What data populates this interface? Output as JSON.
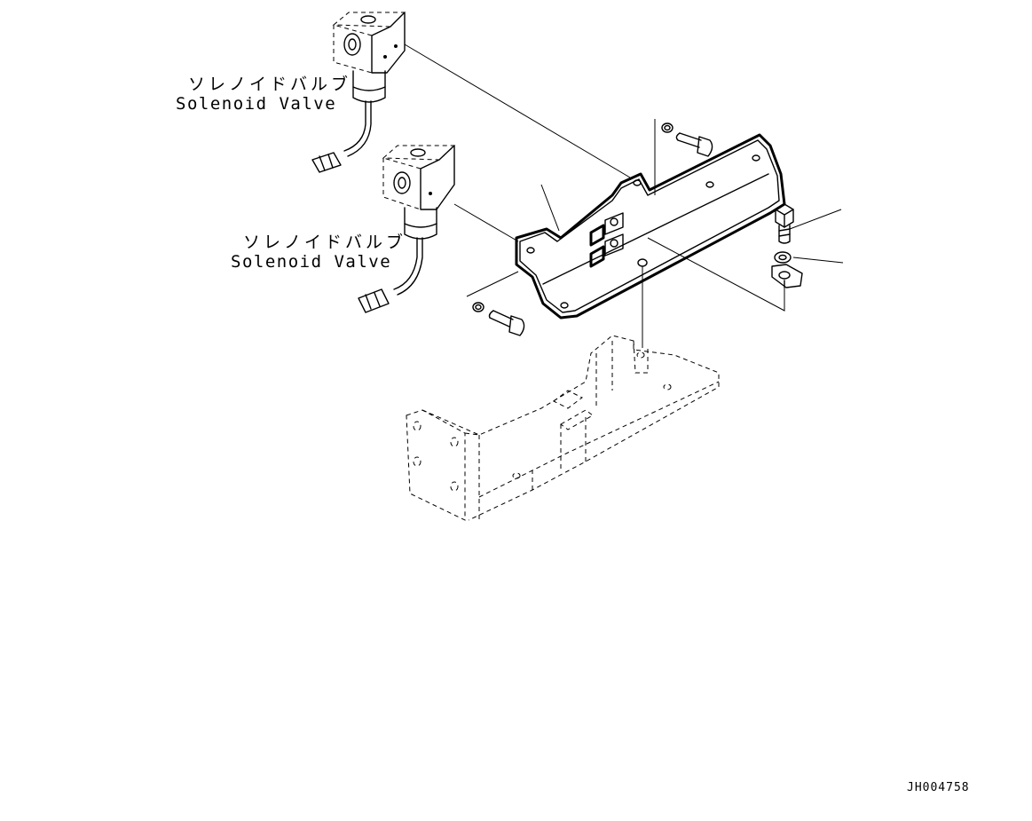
{
  "labels": {
    "valve_1": {
      "jp": "ソレノイドバルブ",
      "en": "Solenoid Valve"
    },
    "valve_2": {
      "jp": "ソレノイドバルブ",
      "en": "Solenoid Valve"
    }
  },
  "figure_code": "JH004758"
}
